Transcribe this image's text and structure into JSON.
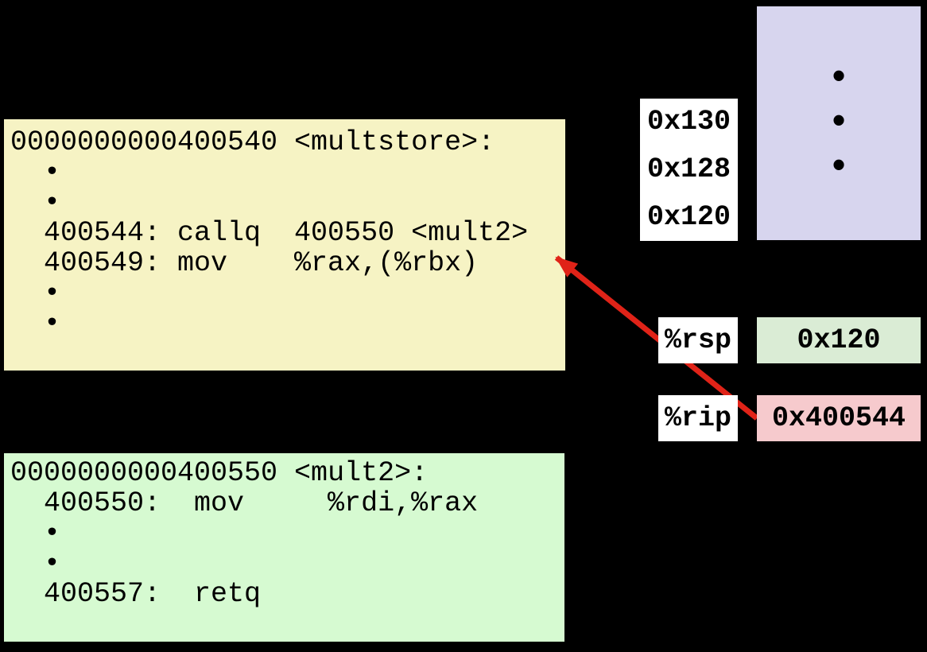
{
  "multstore_box": {
    "title": "0000000000400540 <multstore>:",
    "lines": [
      "•",
      "•",
      "400544: callq  400550 <mult2>",
      "400549: mov    %rax,(%rbx)",
      "•",
      "•"
    ]
  },
  "mult2_box": {
    "title": "0000000000400550 <mult2>:",
    "lines": [
      "400550:  mov     %rdi,%rax",
      "•",
      "•",
      "400557:  retq"
    ]
  },
  "stack": {
    "address_labels": [
      "0x130",
      "0x128",
      "0x120"
    ],
    "dots": [
      "•",
      "•",
      "•"
    ]
  },
  "registers": {
    "rsp": {
      "label": "%rsp",
      "value": "0x120"
    },
    "rip": {
      "label": "%rip",
      "value": "0x400544"
    }
  },
  "colors": {
    "background": "#000000",
    "multstore_box": "#f6f3c4",
    "mult2_box": "#d6fad1",
    "stack_box": "#d7d5ee",
    "rsp_value_box": "#daecd5",
    "rip_value_box": "#f6cacd",
    "label_box": "#ffffff",
    "arrow": "#e02318",
    "text": "#000000"
  }
}
